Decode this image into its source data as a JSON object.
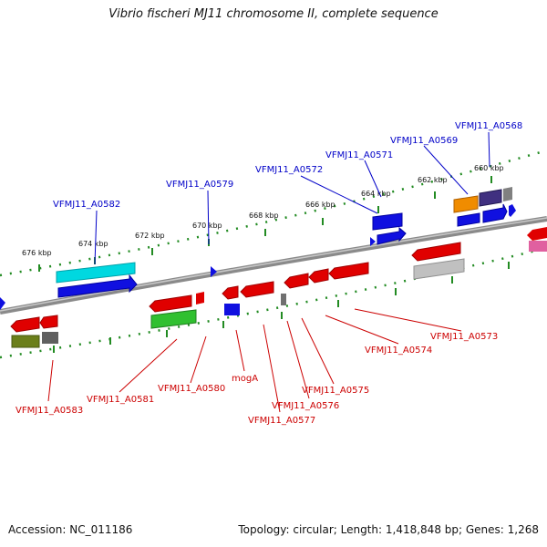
{
  "title": "Vibrio fischeri MJ11 chromosome II, complete sequence",
  "footer": {
    "accession": "Accession: NC_011186",
    "stats": "Topology: circular; Length: 1,418,848 bp; Genes: 1,268"
  },
  "colors": {
    "forward_label": "#0000c8",
    "reverse_label": "#cc0000",
    "backbone": "#888888",
    "ticks": "#228b22"
  },
  "ticks": [
    "676 kbp",
    "674 kbp",
    "672 kbp",
    "670 kbp",
    "668 kbp",
    "666 kbp",
    "664 kbp",
    "662 kbp",
    "660 kbp"
  ],
  "forward_labels": [
    "VFMJ11_A0582",
    "VFMJ11_A0579",
    "VFMJ11_A0572",
    "VFMJ11_A0571",
    "VFMJ11_A0569",
    "VFMJ11_A0568"
  ],
  "reverse_labels": [
    "VFMJ11_A0583",
    "VFMJ11_A0581",
    "VFMJ11_A0580",
    "mogA",
    "VFMJ11_A0577",
    "VFMJ11_A0576",
    "VFMJ11_A0575",
    "VFMJ11_A0574",
    "VFMJ11_A0573"
  ]
}
